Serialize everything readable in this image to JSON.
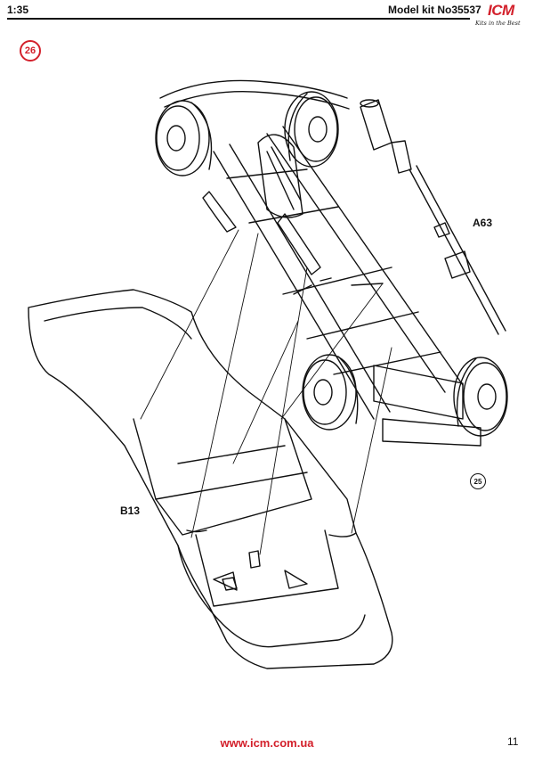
{
  "header": {
    "scale": "1:35",
    "kit_title": "Model kit No35537",
    "logo": "ICM",
    "logo_tagline": "Kits in the Best"
  },
  "step": {
    "number": "26",
    "ref_step": "25"
  },
  "parts": {
    "a63": "A63",
    "b13": "B13"
  },
  "colors": {
    "accent": "#d3202b"
  },
  "footer": {
    "url": "www.icm.com.ua",
    "page": "11"
  }
}
